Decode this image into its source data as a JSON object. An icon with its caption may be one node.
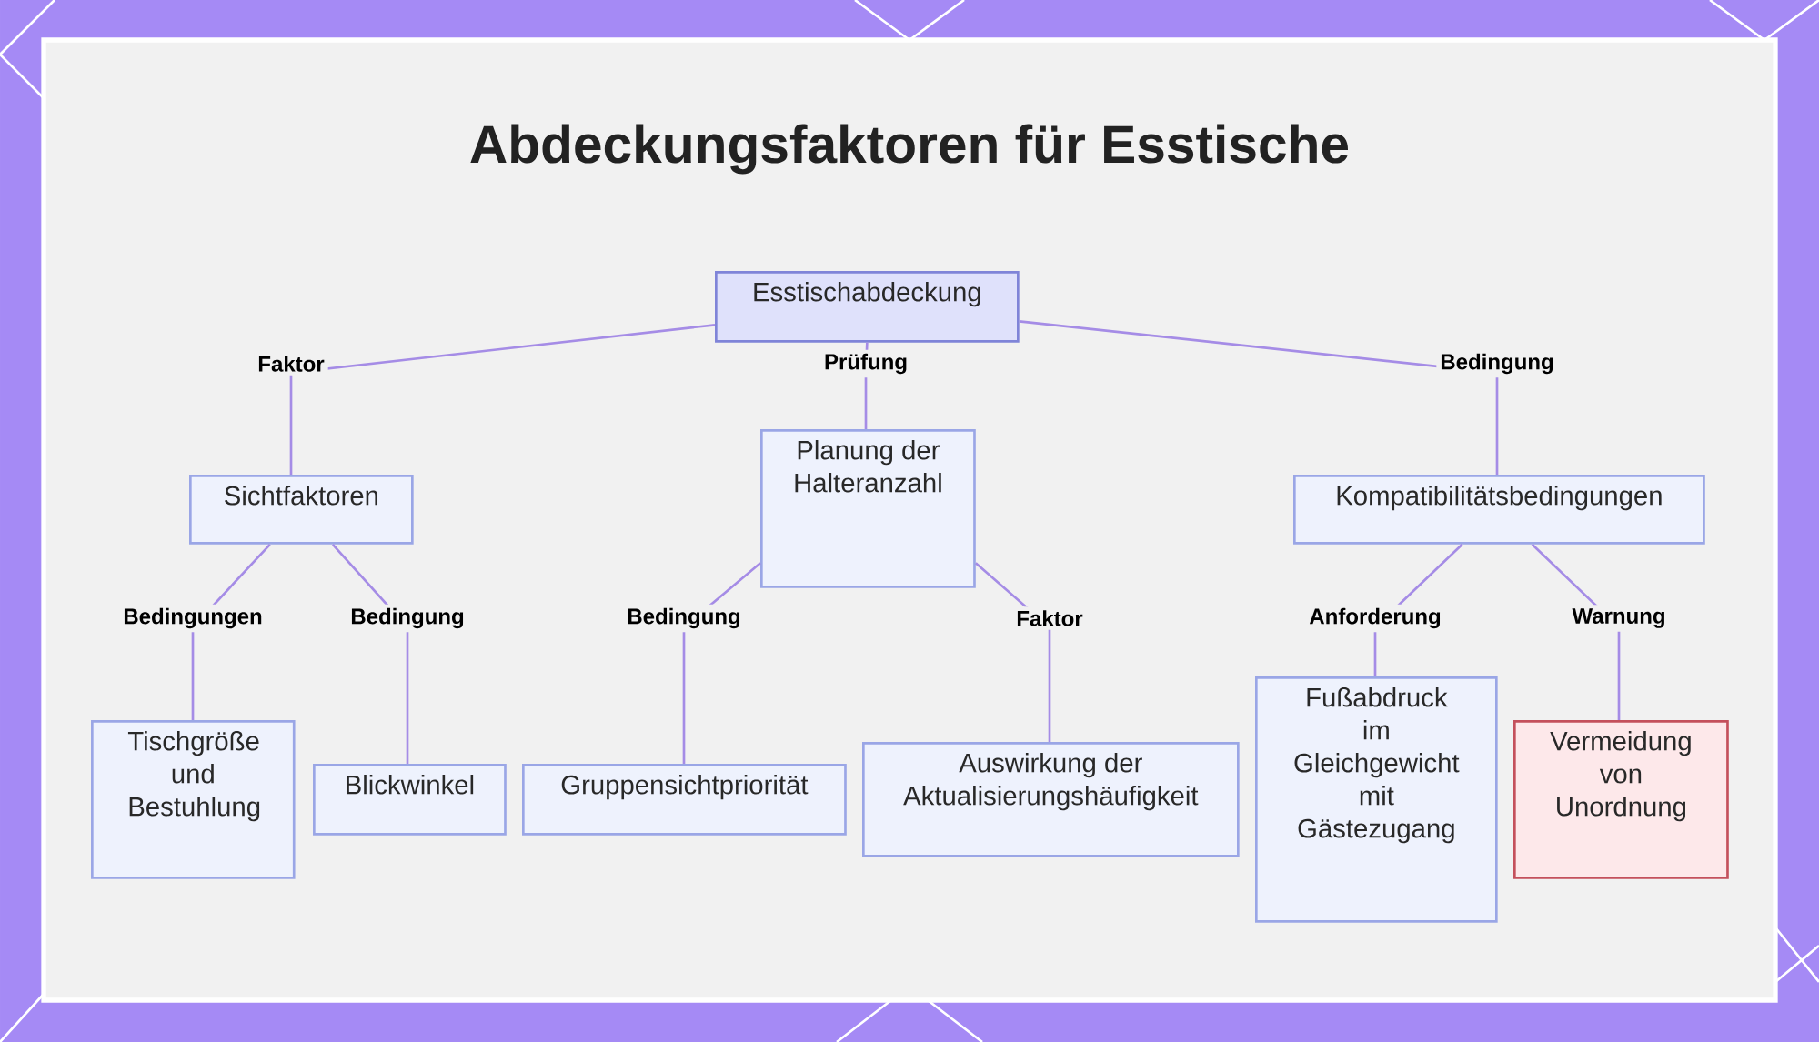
{
  "diagram": {
    "title": "Abdeckungsfaktoren für Esstische",
    "nodes": [
      {
        "text": [
          "Esstischabdeckung"
        ]
      },
      {
        "text": [
          "Sichtfaktoren"
        ]
      },
      {
        "text": [
          "Planung der Halteranzahl"
        ]
      },
      {
        "text": [
          "Kompatibilitätsbedingungen"
        ]
      },
      {
        "text": [
          "Tischgröße und Bestuhlung"
        ]
      },
      {
        "text": [
          "Blickwinkel"
        ]
      },
      {
        "text": [
          "Gruppensichtpriorität"
        ]
      },
      {
        "text": [
          "Auswirkung der Aktualisierungshäufigkeit"
        ]
      },
      {
        "text": [
          "Fußabdruck im Gleichgewicht mit Gästezugang"
        ]
      },
      {
        "text": [
          "Vermeidung von Unordnung"
        ]
      }
    ],
    "edges": [
      {
        "from": 0,
        "to": 1,
        "arrow": "none",
        "label": "Faktor"
      },
      {
        "from": 0,
        "to": 2,
        "arrow": "none",
        "label": "Prüfung"
      },
      {
        "from": 0,
        "to": 3,
        "arrow": "none",
        "label": "Bedingung"
      },
      {
        "from": 1,
        "to": 4,
        "arrow": "none",
        "label": "Bedingungen"
      },
      {
        "from": 1,
        "to": 5,
        "arrow": "none",
        "label": "Bedingung"
      },
      {
        "from": 2,
        "to": 6,
        "arrow": "none",
        "label": "Bedingung"
      },
      {
        "from": 2,
        "to": 7,
        "arrow": "none",
        "label": "Faktor"
      },
      {
        "from": 3,
        "to": 8,
        "arrow": "none",
        "label": "Anforderung"
      },
      {
        "from": 3,
        "to": 9,
        "arrow": "none",
        "label": "Warnung"
      }
    ]
  }
}
